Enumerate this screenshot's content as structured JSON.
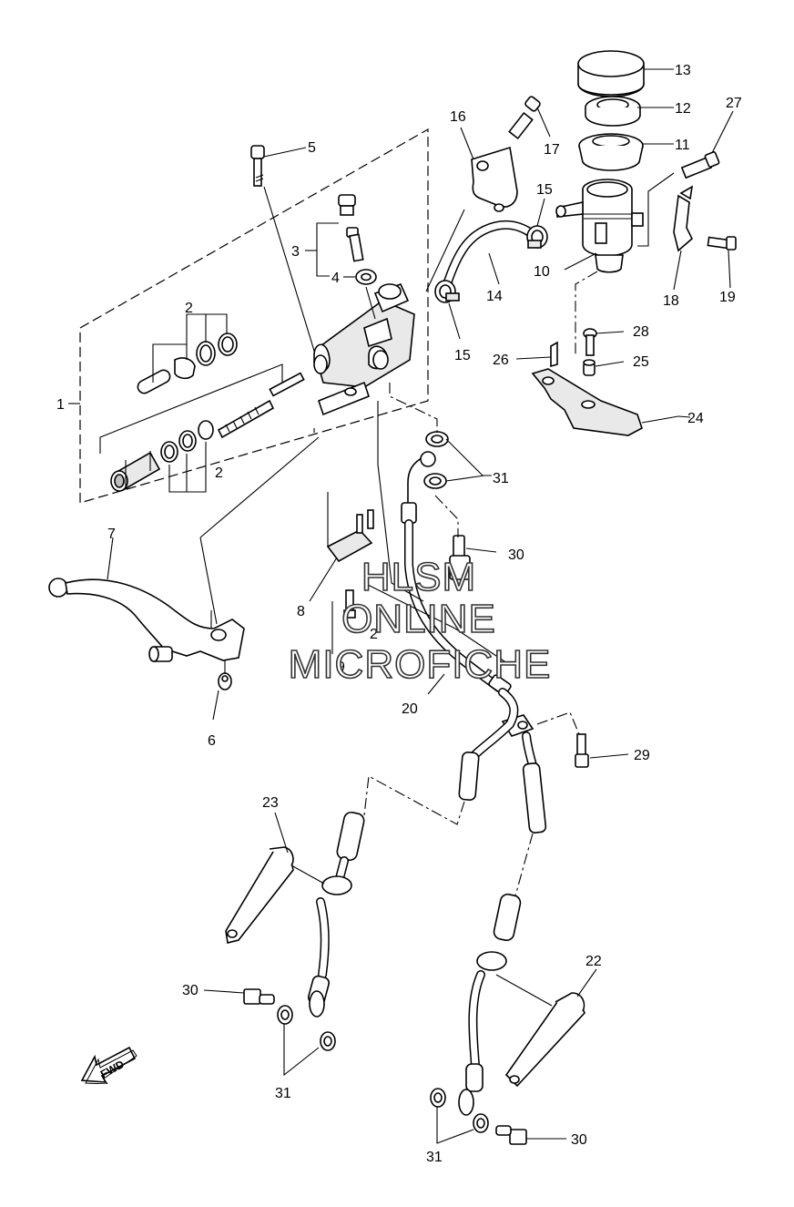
{
  "watermark": {
    "line1": "HLSM",
    "line2": "ONLINE",
    "line3": "MICROFICHE"
  },
  "fwd_arrow": {
    "label": "FWD",
    "icon": "fwd-arrow-icon"
  },
  "callouts": {
    "c1": "1",
    "c2a": "2",
    "c2b": "2",
    "c2c": "2",
    "c3": "3",
    "c4": "4",
    "c5": "5",
    "c6": "6",
    "c7": "7",
    "c8": "8",
    "c9": "9",
    "c10": "10",
    "c11": "11",
    "c12": "12",
    "c13": "13",
    "c14": "14",
    "c15a": "15",
    "c15b": "15",
    "c16": "16",
    "c17": "17",
    "c18": "18",
    "c19": "19",
    "c20": "20",
    "c22": "22",
    "c23": "23",
    "c24": "24",
    "c25": "25",
    "c26": "26",
    "c27": "27",
    "c28": "28",
    "c29": "29",
    "c30a": "30",
    "c30b": "30",
    "c30c": "30",
    "c31a": "31",
    "c31b": "31",
    "c31c": "31"
  },
  "colors": {
    "line": "#000000",
    "background": "#ffffff",
    "shade": "#bfbfbf"
  }
}
